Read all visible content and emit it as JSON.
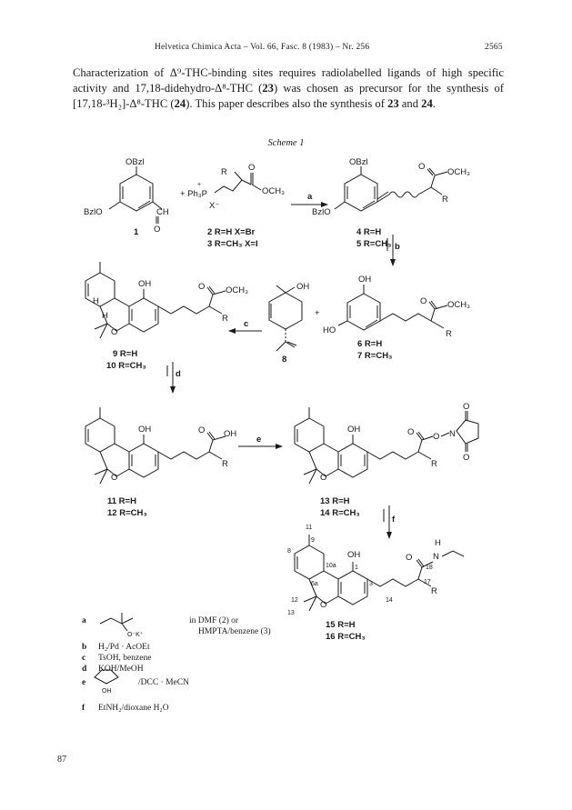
{
  "header": {
    "journal": "Helvetica Chimica Acta – Vol. 66, Fasc. 8 (1983) – Nr. 256",
    "page": "2565"
  },
  "paragraph": {
    "part1": "Characterization of Δ⁹-THC-binding sites requires radiolabelled ligands of high specific activity and 17,18-didehydro-Δ⁸-THC (",
    "c23": "23",
    "part2": ") was chosen as precursor for the synthesis of [17,18-³H₂]-Δ⁸-THC (",
    "c24": "24",
    "part3": "). This paper describes also the synthesis of ",
    "c23b": "23",
    "part4": " and ",
    "c24b": "24",
    "part5": "."
  },
  "scheme_title": "Scheme 1",
  "labels": {
    "obzl": "OBzl",
    "bzlo": "BzlO",
    "cho": "CH",
    "o": "O",
    "ph3p": "+ Ph₃P",
    "plus": "+",
    "xminus": "X⁻",
    "r": "R",
    "och3": "OCH₃",
    "oh": "OH",
    "ho": "HO",
    "h": "H",
    "n": "N",
    "o_k": "O⁻K⁺",
    "c1": "1",
    "c2": "2 R=H  X=Br",
    "c3": "3 R=CH₃  X=I",
    "c4": "4 R=H",
    "c5": "5 R=CH₃",
    "c6": "6 R=H",
    "c7": "7 R=CH₃",
    "c8": "8",
    "c9": "9 R=H",
    "c10": "10 R=CH₃",
    "c11": "11 R=H",
    "c12": "12 R=CH₃",
    "c13": "13 R=H",
    "c14": "14 R=CH₃",
    "c15": "15 R=H",
    "c16": "16 R=CH₃",
    "arrow_a": "a",
    "arrow_b": "b",
    "arrow_c": "c",
    "arrow_d": "d",
    "arrow_e": "e",
    "arrow_f": "f",
    "num11": "11",
    "num9": "9",
    "num8": "8",
    "num10a": "10a",
    "num1": "1",
    "num6a": "6a",
    "num12": "12",
    "num13": "13",
    "num3": "3",
    "num14": "14",
    "num17": "17",
    "num18": "18"
  },
  "reagents": [
    {
      "key": "a",
      "text": "in DMF (2) or"
    },
    {
      "key": "",
      "text": "HMPTA/benzene (3)"
    },
    {
      "key": "b",
      "text": "H₂/Pd · AcOEt"
    },
    {
      "key": "c",
      "text": "TsOH, benzene"
    },
    {
      "key": "d",
      "text": "KOH/MeOH"
    },
    {
      "key": "e",
      "text": "/DCC · MeCN"
    },
    {
      "key": "f",
      "text": "EtNH₂/dioxane H₂O"
    }
  ],
  "footer_page": "87"
}
